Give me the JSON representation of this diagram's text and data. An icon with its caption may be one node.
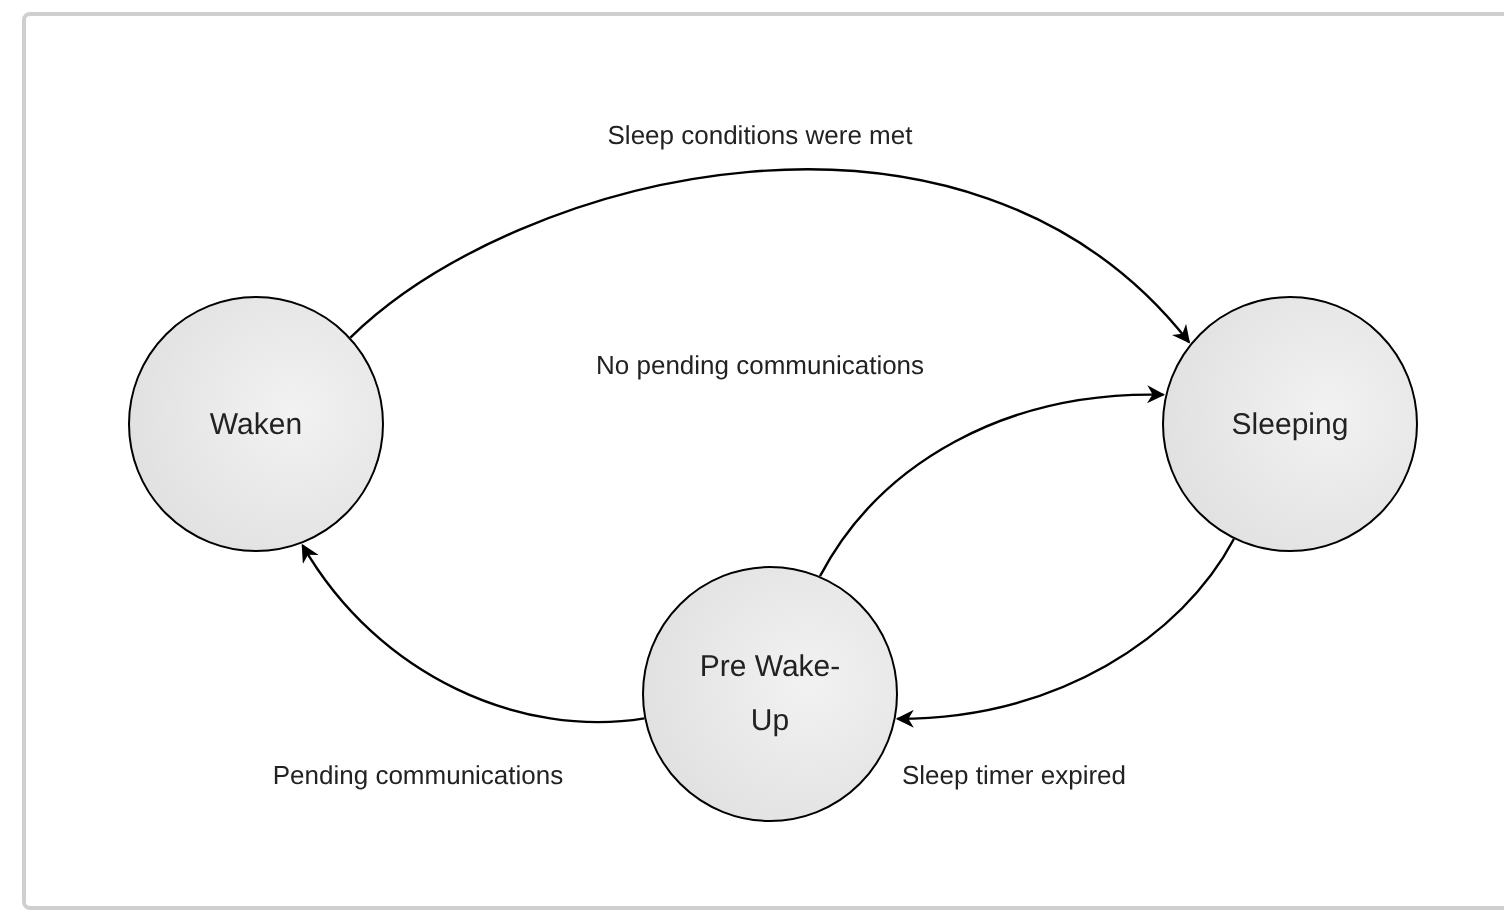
{
  "diagram": {
    "nodes": [
      {
        "text": [
          "Waken"
        ]
      },
      {
        "text": [
          "Sleeping"
        ]
      },
      {
        "text": [
          "Pre Wake-Up"
        ]
      }
    ],
    "edges": [
      {
        "from": 0,
        "to": 1,
        "arrow": "to",
        "label": "Sleep conditions were met"
      },
      {
        "from": 2,
        "to": 1,
        "arrow": "to",
        "label": "No pending communications"
      },
      {
        "from": 1,
        "to": 2,
        "arrow": "to",
        "label": "Sleep timer expired"
      },
      {
        "from": 2,
        "to": 0,
        "arrow": "to",
        "label": "Pending communications"
      }
    ]
  }
}
